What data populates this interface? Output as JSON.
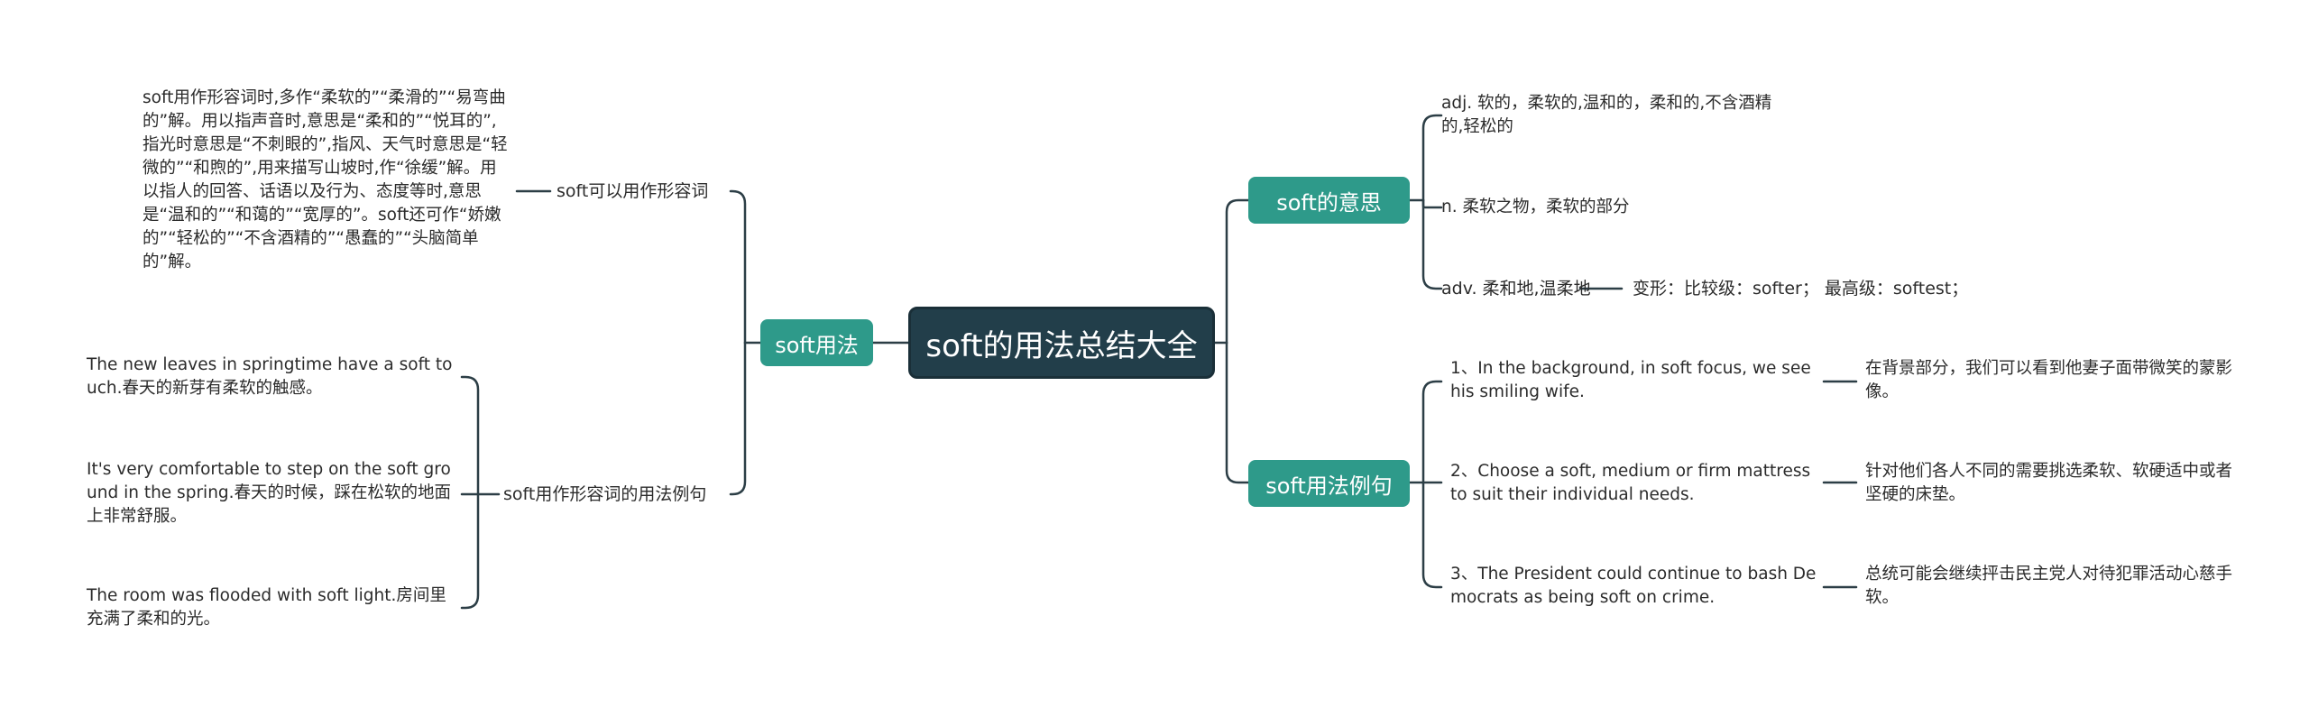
{
  "root": {
    "title": "soft的用法总结大全"
  },
  "left": {
    "branch": "soft用法",
    "sub_adj": {
      "label": "soft可以用作形容词",
      "note": "soft用作形容词时,多作“柔软的”“柔滑的”“易弯曲的”解。用以指声音时,意思是“柔和的”“悦耳的”,指光时意思是“不刺眼的”,指风、天气时意思是“轻微的”“和煦的”,用来描写山坡时,作“徐缓”解。用以指人的回答、话语以及行为、态度等时,意思是“温和的”“和蔼的”“宽厚的”。soft还可作“娇嫩的”“轻松的”“不含酒精的”“愚蠢的”“头脑简单的”解。"
    },
    "sub_examples": {
      "label": "soft用作形容词的用法例句",
      "items": [
        "The new leaves in springtime have a soft touch.春天的新芽有柔软的触感。",
        "It's very comfortable to step on the soft ground in the spring.春天的时候，踩在松软的地面上非常舒服。",
        "The room was flooded with soft light.房间里充满了柔和的光。"
      ]
    }
  },
  "right": {
    "meaning": {
      "branch": "soft的意思",
      "items": [
        "adj. 软的，柔软的,温和的，柔和的,不含酒精的,轻松的",
        "n. 柔软之物，柔软的部分",
        "adv. 柔和地,温柔地"
      ],
      "adv_forms": "变形：比较级：softer； 最高级：softest；"
    },
    "examples": {
      "branch": "soft用法例句",
      "items": [
        {
          "en": "1、In the background, in soft focus, we see his smiling wife.",
          "zh": "在背景部分，我们可以看到他妻子面带微笑的蒙影像。"
        },
        {
          "en": "2、Choose a soft, medium or firm mattress to suit their individual needs.",
          "zh": "针对他们各人不同的需要挑选柔软、软硬适中或者坚硬的床垫。"
        },
        {
          "en": "3、The President could continue to bash Democrats as being soft on crime.",
          "zh": "总统可能会继续抨击民主党人对待犯罪活动心慈手软。"
        }
      ]
    }
  },
  "colors": {
    "root": "#223e4a",
    "branch": "#2e9a8a",
    "line": "#2c3e46"
  }
}
